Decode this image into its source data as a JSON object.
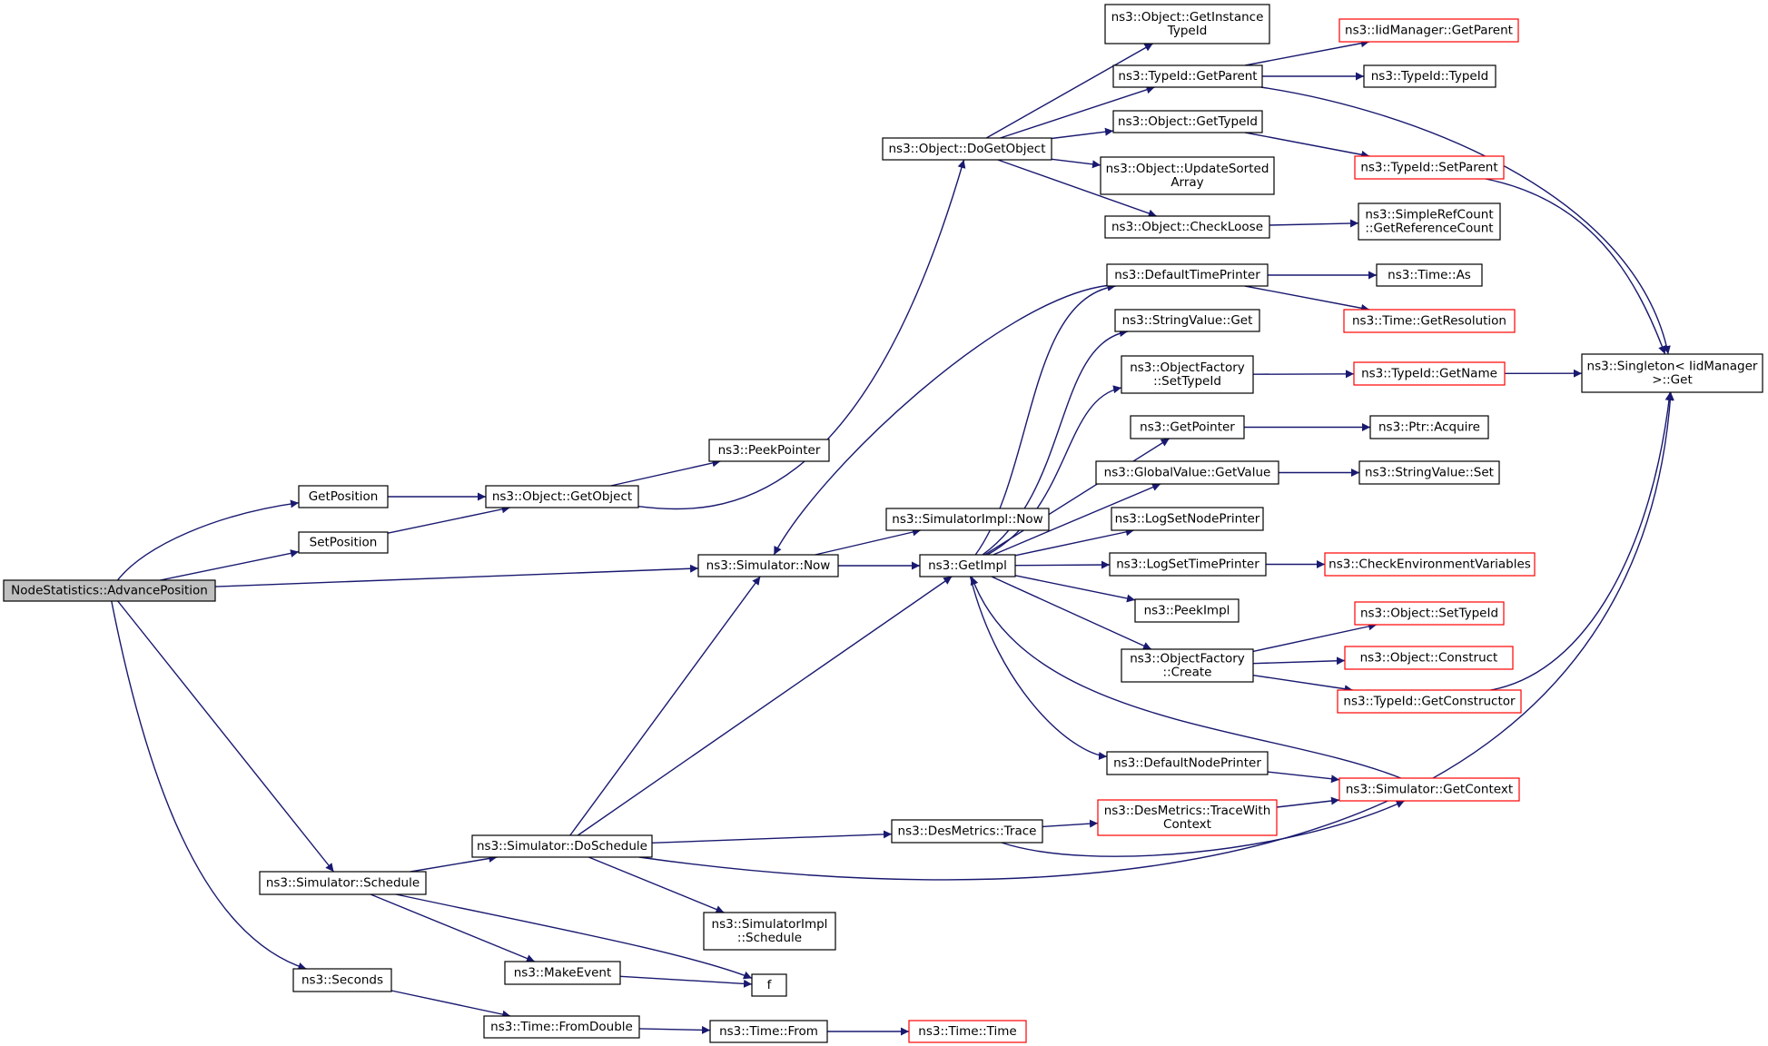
{
  "diagram": {
    "title": "",
    "colors": {
      "edge": "#191970",
      "border_normal": "#000000",
      "border_truncated": "#ff0000",
      "root_fill": "#bfbfbf",
      "node_fill": "#ffffff"
    },
    "nodes": {
      "root": {
        "lines": [
          "NodeStatistics::AdvancePosition"
        ],
        "style": "root"
      },
      "getpos": {
        "lines": [
          "GetPosition"
        ],
        "style": "normal"
      },
      "setpos": {
        "lines": [
          "SetPosition"
        ],
        "style": "normal"
      },
      "getobject": {
        "lines": [
          "ns3::Object::GetObject"
        ],
        "style": "normal"
      },
      "peekpointer": {
        "lines": [
          "ns3::PeekPointer"
        ],
        "style": "normal"
      },
      "dogetobject": {
        "lines": [
          "ns3::Object::DoGetObject"
        ],
        "style": "normal"
      },
      "getinstancetypeid": {
        "lines": [
          "ns3::Object::GetInstance",
          "TypeId"
        ],
        "style": "normal"
      },
      "typeid_getparent": {
        "lines": [
          "ns3::TypeId::GetParent"
        ],
        "style": "normal"
      },
      "iidmanager_getparent": {
        "lines": [
          "ns3::IidManager::GetParent"
        ],
        "style": "truncated"
      },
      "typeid_typeid": {
        "lines": [
          "ns3::TypeId::TypeId"
        ],
        "style": "normal"
      },
      "object_gettypeid": {
        "lines": [
          "ns3::Object::GetTypeId"
        ],
        "style": "normal"
      },
      "typeid_setparent": {
        "lines": [
          "ns3::TypeId::SetParent"
        ],
        "style": "truncated"
      },
      "updatesorted": {
        "lines": [
          "ns3::Object::UpdateSorted",
          "Array"
        ],
        "style": "normal"
      },
      "checkloose": {
        "lines": [
          "ns3::Object::CheckLoose"
        ],
        "style": "normal"
      },
      "simplerefcount": {
        "lines": [
          "ns3::SimpleRefCount",
          "::GetReferenceCount"
        ],
        "style": "normal"
      },
      "singleton": {
        "lines": [
          "ns3::Singleton< IidManager",
          ">::Get"
        ],
        "style": "normal"
      },
      "defaulttimeprinter": {
        "lines": [
          "ns3::DefaultTimePrinter"
        ],
        "style": "normal"
      },
      "time_as": {
        "lines": [
          "ns3::Time::As"
        ],
        "style": "normal"
      },
      "time_getresolution": {
        "lines": [
          "ns3::Time::GetResolution"
        ],
        "style": "truncated"
      },
      "stringvalue_get": {
        "lines": [
          "ns3::StringValue::Get"
        ],
        "style": "normal"
      },
      "objectfactory_settypeid": {
        "lines": [
          "ns3::ObjectFactory",
          "::SetTypeId"
        ],
        "style": "normal"
      },
      "typeid_getname": {
        "lines": [
          "ns3::TypeId::GetName"
        ],
        "style": "truncated"
      },
      "getpointer": {
        "lines": [
          "ns3::GetPointer"
        ],
        "style": "normal"
      },
      "ptr_acquire": {
        "lines": [
          "ns3::Ptr::Acquire"
        ],
        "style": "normal"
      },
      "globalvalue_getvalue": {
        "lines": [
          "ns3::GlobalValue::GetValue"
        ],
        "style": "normal"
      },
      "stringvalue_set": {
        "lines": [
          "ns3::StringValue::Set"
        ],
        "style": "normal"
      },
      "simimpl_now": {
        "lines": [
          "ns3::SimulatorImpl::Now"
        ],
        "style": "normal"
      },
      "logsetnodeprinter": {
        "lines": [
          "ns3::LogSetNodePrinter"
        ],
        "style": "normal"
      },
      "sim_now": {
        "lines": [
          "ns3::Simulator::Now"
        ],
        "style": "normal"
      },
      "getimpl": {
        "lines": [
          "ns3::GetImpl"
        ],
        "style": "normal"
      },
      "logsettimeprinter": {
        "lines": [
          "ns3::LogSetTimePrinter"
        ],
        "style": "normal"
      },
      "checkenv": {
        "lines": [
          "ns3::CheckEnvironmentVariables"
        ],
        "style": "truncated"
      },
      "peekimpl": {
        "lines": [
          "ns3::PeekImpl"
        ],
        "style": "normal"
      },
      "object_settypeid": {
        "lines": [
          "ns3::Object::SetTypeId"
        ],
        "style": "truncated"
      },
      "objectfactory_create": {
        "lines": [
          "ns3::ObjectFactory",
          "::Create"
        ],
        "style": "normal"
      },
      "object_construct": {
        "lines": [
          "ns3::Object::Construct"
        ],
        "style": "truncated"
      },
      "typeid_getconstructor": {
        "lines": [
          "ns3::TypeId::GetConstructor"
        ],
        "style": "truncated"
      },
      "defaultnodeprinter": {
        "lines": [
          "ns3::DefaultNodePrinter"
        ],
        "style": "normal"
      },
      "sim_getcontext": {
        "lines": [
          "ns3::Simulator::GetContext"
        ],
        "style": "truncated"
      },
      "desmetrics_tracewith": {
        "lines": [
          "ns3::DesMetrics::TraceWith",
          "Context"
        ],
        "style": "truncated"
      },
      "desmetrics_trace": {
        "lines": [
          "ns3::DesMetrics::Trace"
        ],
        "style": "normal"
      },
      "sim_doschedule": {
        "lines": [
          "ns3::Simulator::DoSchedule"
        ],
        "style": "normal"
      },
      "sim_schedule": {
        "lines": [
          "ns3::Simulator::Schedule"
        ],
        "style": "normal"
      },
      "simimpl_schedule": {
        "lines": [
          "ns3::SimulatorImpl",
          "::Schedule"
        ],
        "style": "normal"
      },
      "makeevent": {
        "lines": [
          "ns3::MakeEvent"
        ],
        "style": "normal"
      },
      "f": {
        "lines": [
          "f"
        ],
        "style": "normal"
      },
      "seconds": {
        "lines": [
          "ns3::Seconds"
        ],
        "style": "normal"
      },
      "time_fromdouble": {
        "lines": [
          "ns3::Time::FromDouble"
        ],
        "style": "normal"
      },
      "time_from": {
        "lines": [
          "ns3::Time::From"
        ],
        "style": "normal"
      },
      "time_time": {
        "lines": [
          "ns3::Time::Time"
        ],
        "style": "truncated"
      }
    },
    "edges": [
      [
        "root",
        "getpos"
      ],
      [
        "root",
        "setpos"
      ],
      [
        "root",
        "sim_now"
      ],
      [
        "root",
        "sim_schedule"
      ],
      [
        "root",
        "seconds"
      ],
      [
        "getpos",
        "getobject"
      ],
      [
        "setpos",
        "getobject"
      ],
      [
        "getobject",
        "peekpointer"
      ],
      [
        "getobject",
        "dogetobject"
      ],
      [
        "dogetobject",
        "getinstancetypeid"
      ],
      [
        "dogetobject",
        "typeid_getparent"
      ],
      [
        "dogetobject",
        "object_gettypeid"
      ],
      [
        "dogetobject",
        "updatesorted"
      ],
      [
        "dogetobject",
        "checkloose"
      ],
      [
        "typeid_getparent",
        "iidmanager_getparent"
      ],
      [
        "typeid_getparent",
        "typeid_typeid"
      ],
      [
        "typeid_getparent",
        "singleton"
      ],
      [
        "object_gettypeid",
        "typeid_setparent"
      ],
      [
        "typeid_setparent",
        "singleton"
      ],
      [
        "checkloose",
        "simplerefcount"
      ],
      [
        "sim_now",
        "simimpl_now"
      ],
      [
        "sim_now",
        "getimpl"
      ],
      [
        "getimpl",
        "defaulttimeprinter"
      ],
      [
        "getimpl",
        "stringvalue_get"
      ],
      [
        "getimpl",
        "objectfactory_settypeid"
      ],
      [
        "getimpl",
        "getpointer"
      ],
      [
        "getimpl",
        "globalvalue_getvalue"
      ],
      [
        "getimpl",
        "logsetnodeprinter"
      ],
      [
        "getimpl",
        "logsettimeprinter"
      ],
      [
        "getimpl",
        "peekimpl"
      ],
      [
        "getimpl",
        "objectfactory_create"
      ],
      [
        "getimpl",
        "defaultnodeprinter"
      ],
      [
        "defaulttimeprinter",
        "sim_now"
      ],
      [
        "defaulttimeprinter",
        "time_as"
      ],
      [
        "defaulttimeprinter",
        "time_getresolution"
      ],
      [
        "objectfactory_settypeid",
        "typeid_getname"
      ],
      [
        "typeid_getname",
        "singleton"
      ],
      [
        "getpointer",
        "ptr_acquire"
      ],
      [
        "globalvalue_getvalue",
        "stringvalue_set"
      ],
      [
        "logsettimeprinter",
        "checkenv"
      ],
      [
        "objectfactory_create",
        "object_settypeid"
      ],
      [
        "objectfactory_create",
        "object_construct"
      ],
      [
        "objectfactory_create",
        "typeid_getconstructor"
      ],
      [
        "typeid_getconstructor",
        "singleton"
      ],
      [
        "defaultnodeprinter",
        "sim_getcontext"
      ],
      [
        "sim_getcontext",
        "getimpl"
      ],
      [
        "sim_schedule",
        "sim_doschedule"
      ],
      [
        "sim_schedule",
        "makeevent"
      ],
      [
        "sim_schedule",
        "f"
      ],
      [
        "sim_doschedule",
        "sim_now"
      ],
      [
        "sim_doschedule",
        "getimpl"
      ],
      [
        "sim_doschedule",
        "desmetrics_trace"
      ],
      [
        "sim_doschedule",
        "simimpl_schedule"
      ],
      [
        "sim_doschedule",
        "singleton"
      ],
      [
        "desmetrics_trace",
        "desmetrics_tracewith"
      ],
      [
        "desmetrics_trace",
        "sim_getcontext"
      ],
      [
        "desmetrics_tracewith",
        "sim_getcontext"
      ],
      [
        "makeevent",
        "f"
      ],
      [
        "seconds",
        "time_fromdouble"
      ],
      [
        "time_fromdouble",
        "time_from"
      ],
      [
        "time_from",
        "time_time"
      ]
    ]
  }
}
